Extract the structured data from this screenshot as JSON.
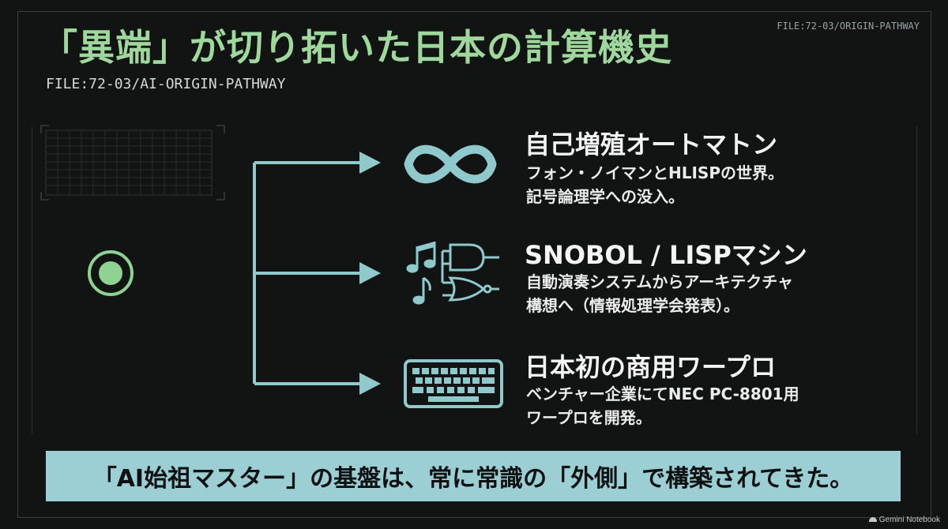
{
  "title": "「異端」が切り拓いた日本の計算機史",
  "file_code": "FILE:72-03/AI-ORIGIN-PATHWAY",
  "file_tag": "FILE:72-03/ORIGIN-PATHWAY",
  "branches": [
    {
      "icon": "infinity-icon",
      "title": "自己増殖オートマトン",
      "desc_line1": "フォン・ノイマンとHLISPの世界。",
      "desc_line2": "記号論理学への没入。"
    },
    {
      "icon": "music-logic-gates-icon",
      "title": "SNOBOL / LISPマシン",
      "desc_line1": "自動演奏システムからアーキテクチャ",
      "desc_line2": "構想へ（情報処理学会発表）。"
    },
    {
      "icon": "keyboard-icon",
      "title": "日本初の商用ワープロ",
      "desc_line1": "ベンチャー企業にてNEC PC-8801用",
      "desc_line2": "ワープロを開発。"
    }
  ],
  "banner": "「AI始祖マスター」の基盤は、常に常識の「外側」で構築されてきた。",
  "watermark": "Gemini Notebook",
  "colors": {
    "title_green": "#9fd89c",
    "teal": "#8fc9cc",
    "banner_bg": "#9ccfd3",
    "background": "#121414"
  }
}
